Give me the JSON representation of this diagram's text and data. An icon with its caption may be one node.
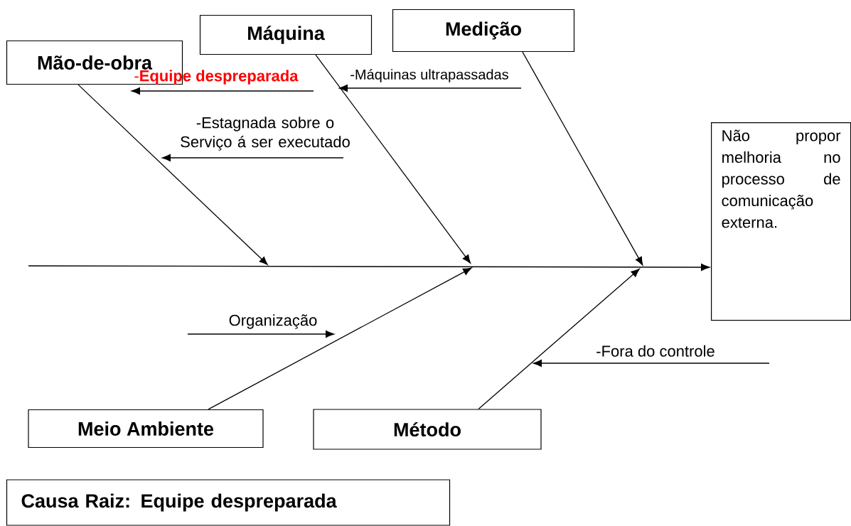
{
  "diagram": {
    "nodes": [
      {
        "text": [
          "Mão-de-obra"
        ]
      },
      {
        "text": [
          "Máquina"
        ]
      },
      {
        "text": [
          "Medição"
        ]
      },
      {
        "text": [
          "Não propor melhoria no processo de comunicação externa."
        ]
      },
      {
        "text": [
          "Meio Ambiente"
        ]
      },
      {
        "text": [
          "Método"
        ]
      },
      {
        "text": [
          "Causa Raiz: Equipe despreparada"
        ]
      }
    ],
    "edges": [
      {
        "from": null,
        "to": 3,
        "arrow": "to"
      },
      {
        "from": 0,
        "to": null,
        "arrow": "to"
      },
      {
        "from": 1,
        "to": null,
        "arrow": "to"
      },
      {
        "from": 2,
        "to": null,
        "arrow": "to"
      },
      {
        "from": 4,
        "to": null,
        "arrow": "to"
      },
      {
        "from": 5,
        "to": null,
        "arrow": "to"
      }
    ],
    "labels": [
      "-**Equipe despreparada**",
      "-Máquinas ultrapassadas",
      "-Estagnada sobre o Serviço á ser executado",
      "Organização",
      "-Fora do controle"
    ]
  }
}
